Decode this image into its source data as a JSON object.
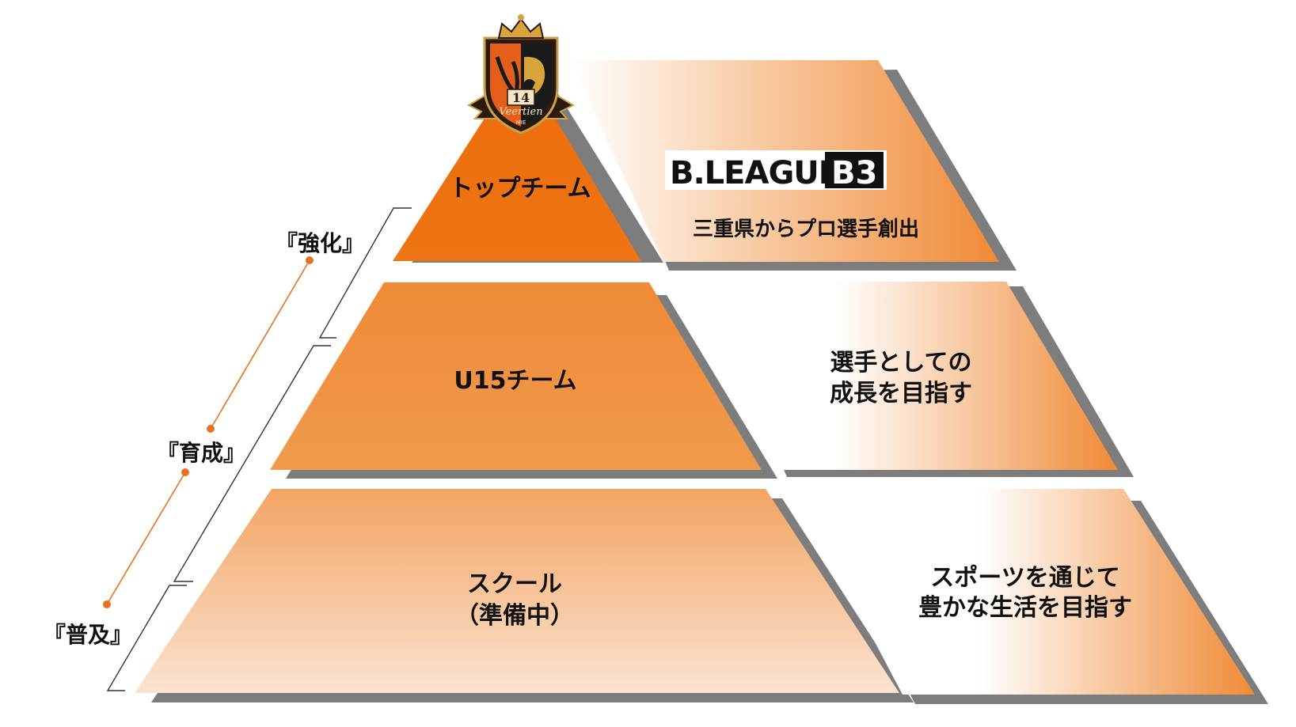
{
  "colors": {
    "orange_dark": "#ec6c0a",
    "orange_mid": "#f08a36",
    "orange_light": "#f7c7a0",
    "shadow": "#7d7d7d",
    "accent_line": "#e8711f",
    "black": "#111111"
  },
  "logo": {
    "icon": "crest-icon",
    "wordmark": "Veertien",
    "sub": "MIE",
    "numeral": "14"
  },
  "tiers": [
    {
      "label": "トップチーム",
      "right_lines": [
        "三重県からプロ選手創出"
      ]
    },
    {
      "label": "U15チーム",
      "right_lines": [
        "選手としての",
        "成長を目指す"
      ]
    },
    {
      "label_lines": [
        "スクール",
        "（準備中）"
      ],
      "right_lines": [
        "スポーツを通じて",
        "豊かな生活を目指す"
      ]
    }
  ],
  "bleague": {
    "text": "B.LEAGUE",
    "badge": "B3"
  },
  "stages": [
    "『強化』",
    "『育成』",
    "『普及』"
  ]
}
